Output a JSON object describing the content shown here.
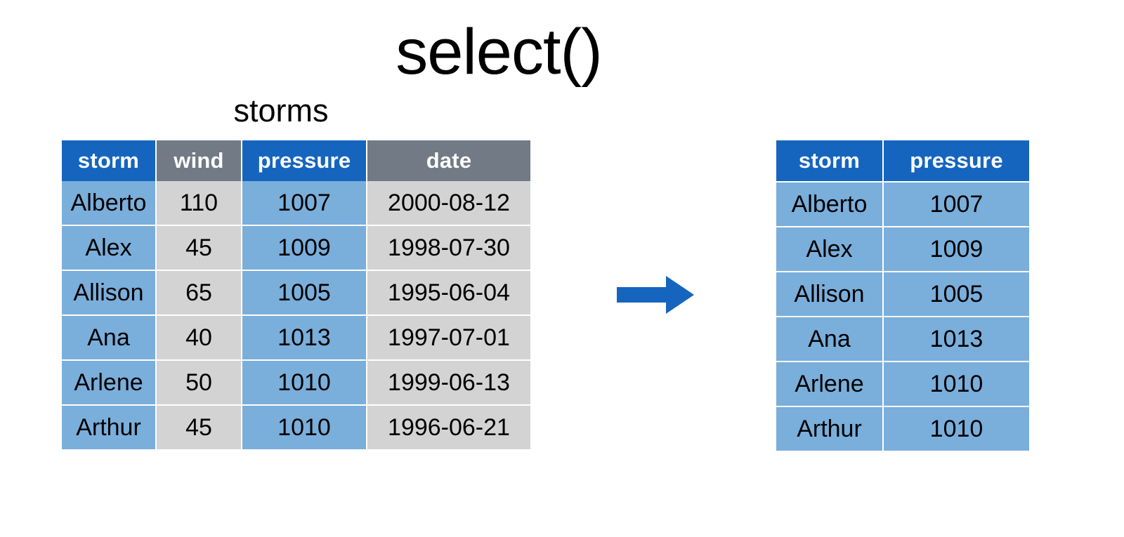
{
  "slide": {
    "title": "select()",
    "background_color": "#ffffff"
  },
  "palette": {
    "header_blue": "#1565be",
    "header_gray": "#717a85",
    "cell_blue": "#7aaedb",
    "cell_gray": "#d3d3d3",
    "arrow_blue": "#1565be",
    "grid_white": "#ffffff",
    "text_dark": "#000000",
    "text_light": "#ffffff"
  },
  "source_table": {
    "caption": "storms",
    "columns": [
      {
        "label": "storm",
        "header_fill": "blue",
        "cell_fill": "blue",
        "highlighted": true
      },
      {
        "label": "wind",
        "header_fill": "gray",
        "cell_fill": "gray",
        "highlighted": false
      },
      {
        "label": "pressure",
        "header_fill": "blue",
        "cell_fill": "blue",
        "highlighted": true
      },
      {
        "label": "date",
        "header_fill": "gray",
        "cell_fill": "gray",
        "highlighted": false
      }
    ],
    "rows": [
      {
        "storm": "Alberto",
        "wind": "110",
        "pressure": "1007",
        "date": "2000-08-12"
      },
      {
        "storm": "Alex",
        "wind": "45",
        "pressure": "1009",
        "date": "1998-07-30"
      },
      {
        "storm": "Allison",
        "wind": "65",
        "pressure": "1005",
        "date": "1995-06-04"
      },
      {
        "storm": "Ana",
        "wind": "40",
        "pressure": "1013",
        "date": "1997-07-01"
      },
      {
        "storm": "Arlene",
        "wind": "50",
        "pressure": "1010",
        "date": "1999-06-13"
      },
      {
        "storm": "Arthur",
        "wind": "45",
        "pressure": "1010",
        "date": "1996-06-21"
      }
    ]
  },
  "result_table": {
    "caption": "",
    "columns": [
      {
        "label": "storm",
        "header_fill": "blue",
        "cell_fill": "blue"
      },
      {
        "label": "pressure",
        "header_fill": "blue",
        "cell_fill": "blue"
      }
    ],
    "rows": [
      {
        "storm": "Alberto",
        "pressure": "1007"
      },
      {
        "storm": "Alex",
        "pressure": "1009"
      },
      {
        "storm": "Allison",
        "pressure": "1005"
      },
      {
        "storm": "Ana",
        "pressure": "1013"
      },
      {
        "storm": "Arlene",
        "pressure": "1010"
      },
      {
        "storm": "Arthur",
        "pressure": "1010"
      }
    ]
  },
  "arrow": {
    "icon": "arrow-right-icon",
    "direction": "right",
    "color": "#1565be"
  }
}
